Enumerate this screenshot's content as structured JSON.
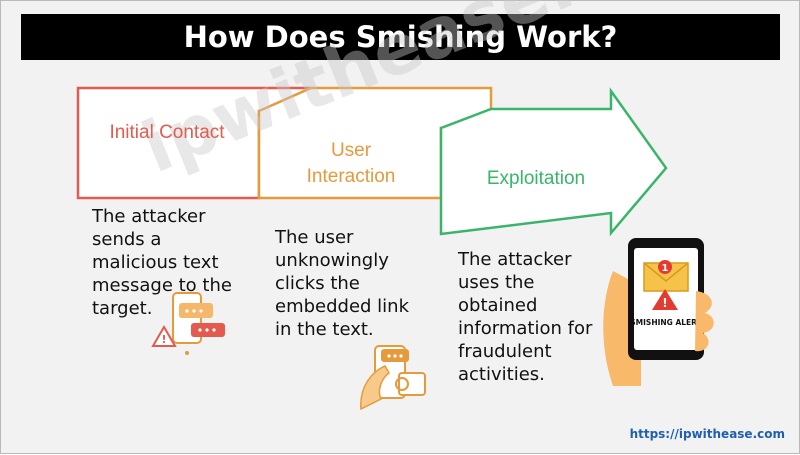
{
  "title": "How Does Smishing Work?",
  "watermark": "ipwithease.com",
  "steps": [
    {
      "label": "Initial Contact",
      "color": "#e35a4e",
      "description": [
        "The attacker",
        "sends a",
        "malicious text",
        "message to the",
        "target."
      ]
    },
    {
      "label_lines": [
        "User",
        "Interaction"
      ],
      "color": "#e59a3c",
      "description": [
        "The user",
        "unknowingly",
        "clicks the",
        "embedded link",
        "in the text."
      ]
    },
    {
      "label": "Exploitation",
      "color": "#39b56a",
      "description": [
        "The attacker",
        "uses the",
        "obtained",
        "information for",
        "fraudulent",
        "activities."
      ]
    }
  ],
  "phone_alert": {
    "badge": "1",
    "text": "SMISHING ALERT"
  },
  "footer_link": "https://ipwithease.com",
  "icons": [
    "chat-phone-warning-icon",
    "hand-tap-link-icon",
    "phone-smishing-alert-icon"
  ]
}
